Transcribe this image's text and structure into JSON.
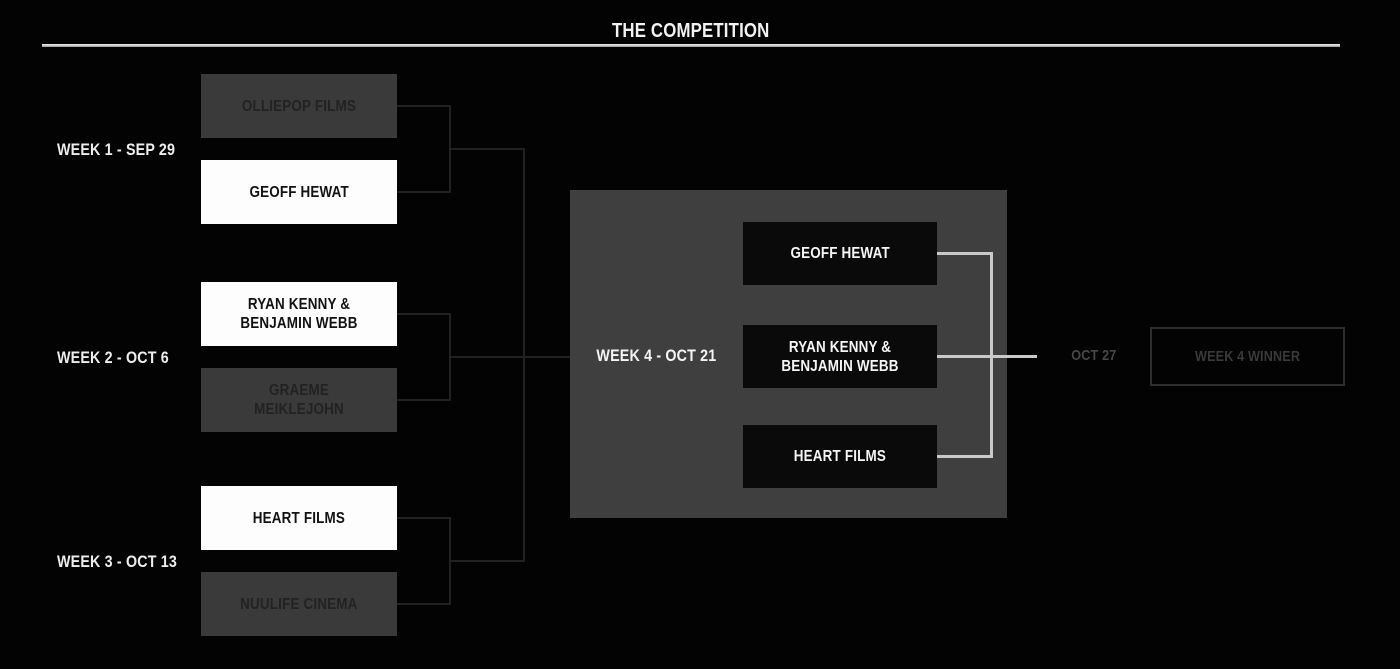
{
  "title": "THE COMPETITION",
  "rounds": [
    {
      "label": "WEEK 1 - SEP 29",
      "matches": [
        {
          "name": "OLLIEPOP FILMS",
          "status": "eliminated"
        },
        {
          "name": "GEOFF HEWAT",
          "status": "advanced"
        }
      ]
    },
    {
      "label": "WEEK 2 - OCT 6",
      "matches": [
        {
          "name": "RYAN KENNY & BENJAMIN WEBB",
          "status": "advanced"
        },
        {
          "name": "GRAEME MEIKLEJOHN",
          "status": "eliminated"
        }
      ]
    },
    {
      "label": "WEEK 3 - OCT 13",
      "matches": [
        {
          "name": "HEART FILMS",
          "status": "advanced"
        },
        {
          "name": "NUULIFE CINEMA",
          "status": "eliminated"
        }
      ]
    }
  ],
  "final_round": {
    "label": "WEEK 4 - OCT 21",
    "finalists": [
      {
        "name": "GEOFF HEWAT"
      },
      {
        "name": "RYAN KENNY & BENJAMIN WEBB"
      },
      {
        "name": "HEART FILMS"
      }
    ]
  },
  "result": {
    "date_label": "OCT 27",
    "placeholder_label": "WEEK 4 WINNER"
  },
  "colors": {
    "background": "#030303",
    "advanced_box_bg": "#fdfdfd",
    "advanced_box_text": "#121212",
    "eliminated_box_bg": "#3a3a3a",
    "eliminated_box_text": "#222222",
    "final_panel_bg": "#3f3f3f",
    "finalist_box_bg": "#0a0a0a",
    "finalist_box_text": "#f5f5f5",
    "title_text": "#f2f2f2",
    "title_rule": "#d9d9d9",
    "left_connector": "#212121",
    "right_connector": "#c9c9c9",
    "dim_text": "#3a3a3a"
  }
}
